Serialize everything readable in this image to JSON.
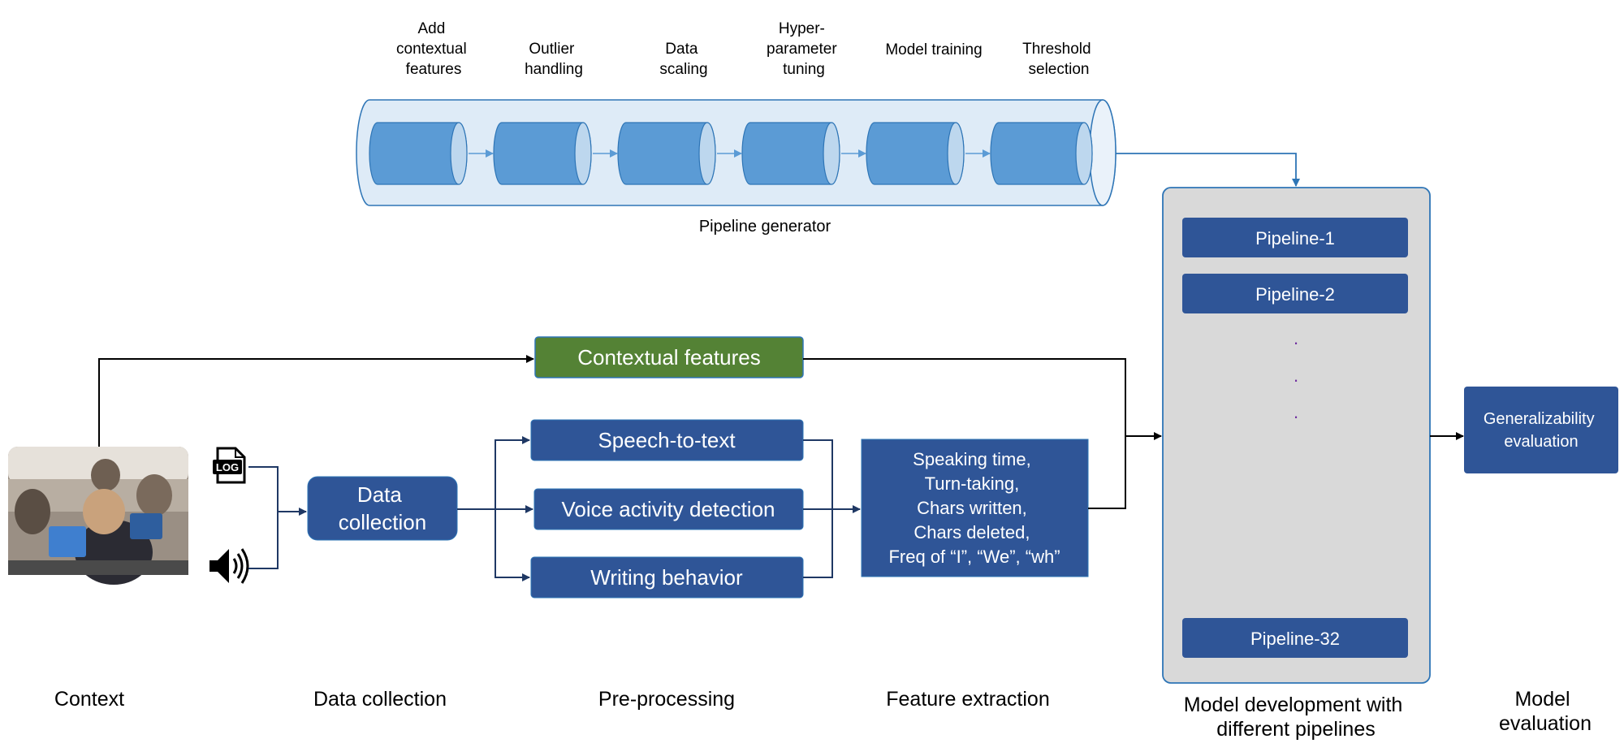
{
  "pipeline_generator": {
    "label": "Pipeline generator",
    "steps": [
      {
        "lines": [
          "Add",
          "contextual",
          "features"
        ]
      },
      {
        "lines": [
          "Outlier",
          "handling"
        ]
      },
      {
        "lines": [
          "Data",
          "scaling"
        ]
      },
      {
        "lines": [
          "Hyper-",
          "parameter",
          "tuning"
        ]
      },
      {
        "lines": [
          "Model training"
        ]
      },
      {
        "lines": [
          "Threshold",
          "selection"
        ]
      }
    ]
  },
  "model_dev": {
    "pipelines": [
      "Pipeline-1",
      "Pipeline-2",
      "Pipeline-32"
    ],
    "ellipsis": [
      ".",
      ".",
      "."
    ]
  },
  "nodes": {
    "contextual_features": "Contextual features",
    "data_collection": [
      "Data",
      "collection"
    ],
    "speech_to_text": "Speech-to-text",
    "voice_activity": "Voice activity detection",
    "writing_behavior": "Writing behavior",
    "features": [
      "Speaking time,",
      "Turn-taking,",
      "Chars written,",
      "Chars deleted,",
      "Freq of “I”, “We”, “wh”"
    ],
    "generalizability": [
      "Generalizability",
      "evaluation"
    ]
  },
  "icons": {
    "log_label": "LOG"
  },
  "stages": {
    "context": "Context",
    "data_collection": "Data collection",
    "preprocessing": "Pre-processing",
    "feature_extraction": "Feature extraction",
    "model_development": [
      "Model development with",
      "different pipelines"
    ],
    "model_evaluation": [
      "Model",
      "evaluation"
    ]
  },
  "colors": {
    "dark_blue": "#2F5597",
    "mid_blue": "#3E73B5",
    "cyl_blue": "#5B9BD5",
    "pipe_fill": "#DEEBF7",
    "green": "#548235",
    "grey_panel": "#D9D9D9",
    "ellipsis_purple": "#7030A0"
  }
}
